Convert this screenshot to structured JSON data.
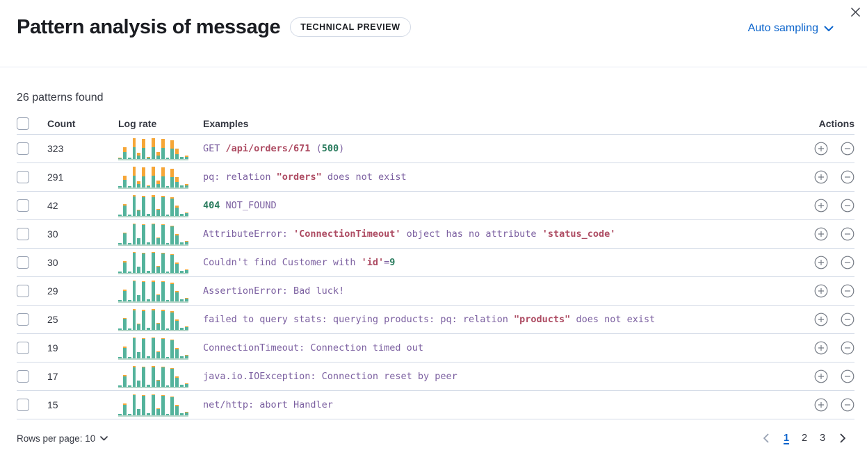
{
  "header": {
    "title": "Pattern analysis of message",
    "badge": "TECHNICAL PREVIEW",
    "sampling": "Auto sampling"
  },
  "summary": "26 patterns found",
  "table": {
    "columns": {
      "count": "Count",
      "log_rate": "Log rate",
      "examples": "Examples",
      "actions": "Actions"
    }
  },
  "rows": [
    {
      "count": "323",
      "tokens": [
        {
          "t": "GET ",
          "c": "purple"
        },
        {
          "t": "/api/orders/671",
          "c": "accent"
        },
        {
          "t": " (",
          "c": "purple"
        },
        {
          "t": "500",
          "c": "number"
        },
        {
          "t": ")",
          "c": "purple"
        }
      ],
      "spark": {
        "heights": [
          6,
          55,
          5,
          100,
          30,
          95,
          10,
          100,
          32,
          95,
          6,
          88,
          48,
          8,
          16
        ],
        "orange": [
          0.45,
          0.4,
          0,
          0.45,
          0.55,
          0.45,
          0.5,
          0.45,
          0.55,
          0.45,
          0,
          0.45,
          0.55,
          0,
          0.5
        ]
      }
    },
    {
      "count": "291",
      "tokens": [
        {
          "t": "pq: relation ",
          "c": "purple"
        },
        {
          "t": "\"orders\"",
          "c": "accent"
        },
        {
          "t": " does not exist",
          "c": "purple"
        }
      ],
      "spark": {
        "heights": [
          6,
          55,
          5,
          100,
          30,
          95,
          10,
          100,
          32,
          95,
          6,
          88,
          48,
          8,
          16
        ],
        "orange": [
          0.4,
          0.38,
          0,
          0.45,
          0.5,
          0.45,
          0.4,
          0.45,
          0.5,
          0.45,
          0,
          0.45,
          0.5,
          0,
          0.45
        ]
      }
    },
    {
      "count": "42",
      "tokens": [
        {
          "t": "404",
          "c": "number"
        },
        {
          "t": " NOT_FOUND",
          "c": "purple"
        }
      ],
      "spark": {
        "heights": [
          6,
          55,
          5,
          100,
          30,
          95,
          10,
          100,
          32,
          95,
          6,
          88,
          48,
          8,
          16
        ],
        "orange": [
          0,
          0.12,
          0,
          0.07,
          0.15,
          0.07,
          0,
          0.1,
          0.12,
          0.07,
          0,
          0.08,
          0.2,
          0,
          0.35
        ]
      }
    },
    {
      "count": "30",
      "tokens": [
        {
          "t": "AttributeError: ",
          "c": "purple"
        },
        {
          "t": "'ConnectionTimeout'",
          "c": "accent"
        },
        {
          "t": " object has no attribute ",
          "c": "purple"
        },
        {
          "t": "'status_code'",
          "c": "accent"
        }
      ],
      "spark": {
        "heights": [
          6,
          55,
          5,
          100,
          30,
          95,
          10,
          100,
          32,
          95,
          6,
          88,
          48,
          8,
          16
        ],
        "orange": [
          0,
          0.08,
          0,
          0.05,
          0.1,
          0.05,
          0,
          0.06,
          0.1,
          0.05,
          0,
          0.05,
          0.12,
          0,
          0.25
        ]
      }
    },
    {
      "count": "30",
      "tokens": [
        {
          "t": "Couldn't find Customer with ",
          "c": "purple"
        },
        {
          "t": "'id'",
          "c": "accent"
        },
        {
          "t": "=",
          "c": "purple"
        },
        {
          "t": "9",
          "c": "number"
        }
      ],
      "spark": {
        "heights": [
          6,
          55,
          5,
          100,
          30,
          95,
          10,
          100,
          32,
          95,
          6,
          88,
          48,
          8,
          16
        ],
        "orange": [
          0,
          0.1,
          0,
          0.06,
          0.08,
          0.05,
          0,
          0.06,
          0.08,
          0.05,
          0,
          0.05,
          0.1,
          0,
          0.2
        ]
      }
    },
    {
      "count": "29",
      "tokens": [
        {
          "t": "AssertionError: Bad luck!",
          "c": "purple"
        }
      ],
      "spark": {
        "heights": [
          6,
          55,
          5,
          100,
          30,
          95,
          10,
          100,
          32,
          95,
          6,
          88,
          48,
          8,
          16
        ],
        "orange": [
          0,
          0.12,
          0,
          0.06,
          0.1,
          0.05,
          0,
          0.07,
          0.1,
          0.05,
          0,
          0.06,
          0.12,
          0,
          0.25
        ]
      }
    },
    {
      "count": "25",
      "tokens": [
        {
          "t": "failed to query stats: querying products: pq: relation ",
          "c": "purple"
        },
        {
          "t": "\"products\"",
          "c": "accent"
        },
        {
          "t": " does not exist",
          "c": "purple"
        }
      ],
      "spark": {
        "heights": [
          6,
          55,
          5,
          100,
          30,
          95,
          10,
          100,
          32,
          95,
          6,
          88,
          48,
          8,
          16
        ],
        "orange": [
          0,
          0.08,
          0,
          0.08,
          0.12,
          0.06,
          0,
          0.08,
          0.1,
          0.06,
          0,
          0.06,
          0.12,
          0,
          0.2
        ]
      }
    },
    {
      "count": "19",
      "tokens": [
        {
          "t": "ConnectionTimeout: Connection timed out",
          "c": "purple"
        }
      ],
      "spark": {
        "heights": [
          6,
          55,
          5,
          100,
          30,
          95,
          10,
          100,
          32,
          95,
          6,
          88,
          48,
          8,
          16
        ],
        "orange": [
          0,
          0.1,
          0,
          0.06,
          0.1,
          0.05,
          0,
          0.06,
          0.08,
          0.05,
          0,
          0.05,
          0.1,
          0,
          0.2
        ]
      }
    },
    {
      "count": "17",
      "tokens": [
        {
          "t": "java.io.IOException: Connection reset by peer",
          "c": "purple"
        }
      ],
      "spark": {
        "heights": [
          6,
          55,
          5,
          100,
          30,
          95,
          10,
          100,
          32,
          95,
          6,
          88,
          48,
          8,
          16
        ],
        "orange": [
          0,
          0.1,
          0,
          0.07,
          0.1,
          0.05,
          0,
          0.08,
          0.1,
          0.05,
          0,
          0.05,
          0.12,
          0,
          0.25
        ]
      }
    },
    {
      "count": "15",
      "tokens": [
        {
          "t": "net/http: abort Handler",
          "c": "purple"
        }
      ],
      "spark": {
        "heights": [
          6,
          55,
          5,
          100,
          30,
          95,
          10,
          100,
          32,
          95,
          6,
          88,
          48,
          8,
          16
        ],
        "orange": [
          0,
          0.1,
          0,
          0.06,
          0.1,
          0.05,
          0,
          0.06,
          0.08,
          0.05,
          0,
          0.05,
          0.1,
          0,
          0.3
        ]
      }
    }
  ],
  "footer": {
    "rows_per_page": "Rows per page: 10",
    "pages": [
      "1",
      "2",
      "3"
    ],
    "active_page": "1"
  },
  "colors": {
    "link_blue": "#0b64cc",
    "token_purple": "#7b5fa0",
    "token_accent": "#ad4b62",
    "token_number": "#2a7c5e",
    "spark_teal": "#54b39c",
    "spark_orange": "#f6a637",
    "row_border": "#d3dae6"
  }
}
